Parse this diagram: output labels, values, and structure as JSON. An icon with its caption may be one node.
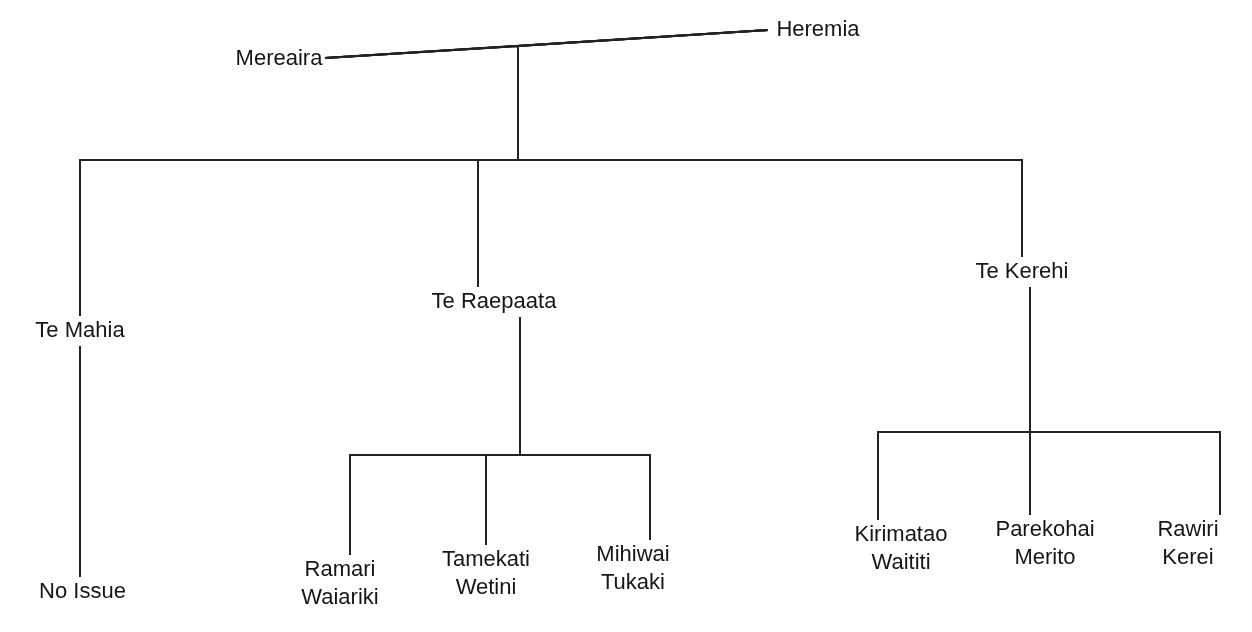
{
  "diagram": {
    "nodes": [
      {
        "text": [
          "Mereaira"
        ]
      },
      {
        "text": [
          "Heremia"
        ]
      },
      {
        "text": [
          "Te Mahia"
        ]
      },
      {
        "text": [
          "Te Raepaata"
        ]
      },
      {
        "text": [
          "Te Kerehi"
        ]
      },
      {
        "text": [
          "No Issue"
        ]
      },
      {
        "text": [
          "Ramari Waiariki"
        ]
      },
      {
        "text": [
          "Tamekati Wetini"
        ]
      },
      {
        "text": [
          "Mihiwai Tukaki"
        ]
      },
      {
        "text": [
          "Kirimatao Waititi"
        ]
      },
      {
        "text": [
          "Parekohai Merito"
        ]
      },
      {
        "text": [
          "Rawiri Kerei"
        ]
      }
    ],
    "edges": [
      {
        "from": 0,
        "to": 1,
        "arrow": "none"
      },
      {
        "from": 0,
        "to": 2,
        "arrow": "none"
      },
      {
        "from": 0,
        "to": 3,
        "arrow": "none"
      },
      {
        "from": 0,
        "to": 4,
        "arrow": "none"
      },
      {
        "from": 1,
        "to": 2,
        "arrow": "none"
      },
      {
        "from": 1,
        "to": 3,
        "arrow": "none"
      },
      {
        "from": 1,
        "to": 4,
        "arrow": "none"
      },
      {
        "from": 2,
        "to": 5,
        "arrow": "none"
      },
      {
        "from": 3,
        "to": 6,
        "arrow": "none"
      },
      {
        "from": 3,
        "to": 7,
        "arrow": "none"
      },
      {
        "from": 3,
        "to": 8,
        "arrow": "none"
      },
      {
        "from": 4,
        "to": 9,
        "arrow": "none"
      },
      {
        "from": 4,
        "to": 10,
        "arrow": "none"
      },
      {
        "from": 4,
        "to": 11,
        "arrow": "none"
      }
    ]
  }
}
